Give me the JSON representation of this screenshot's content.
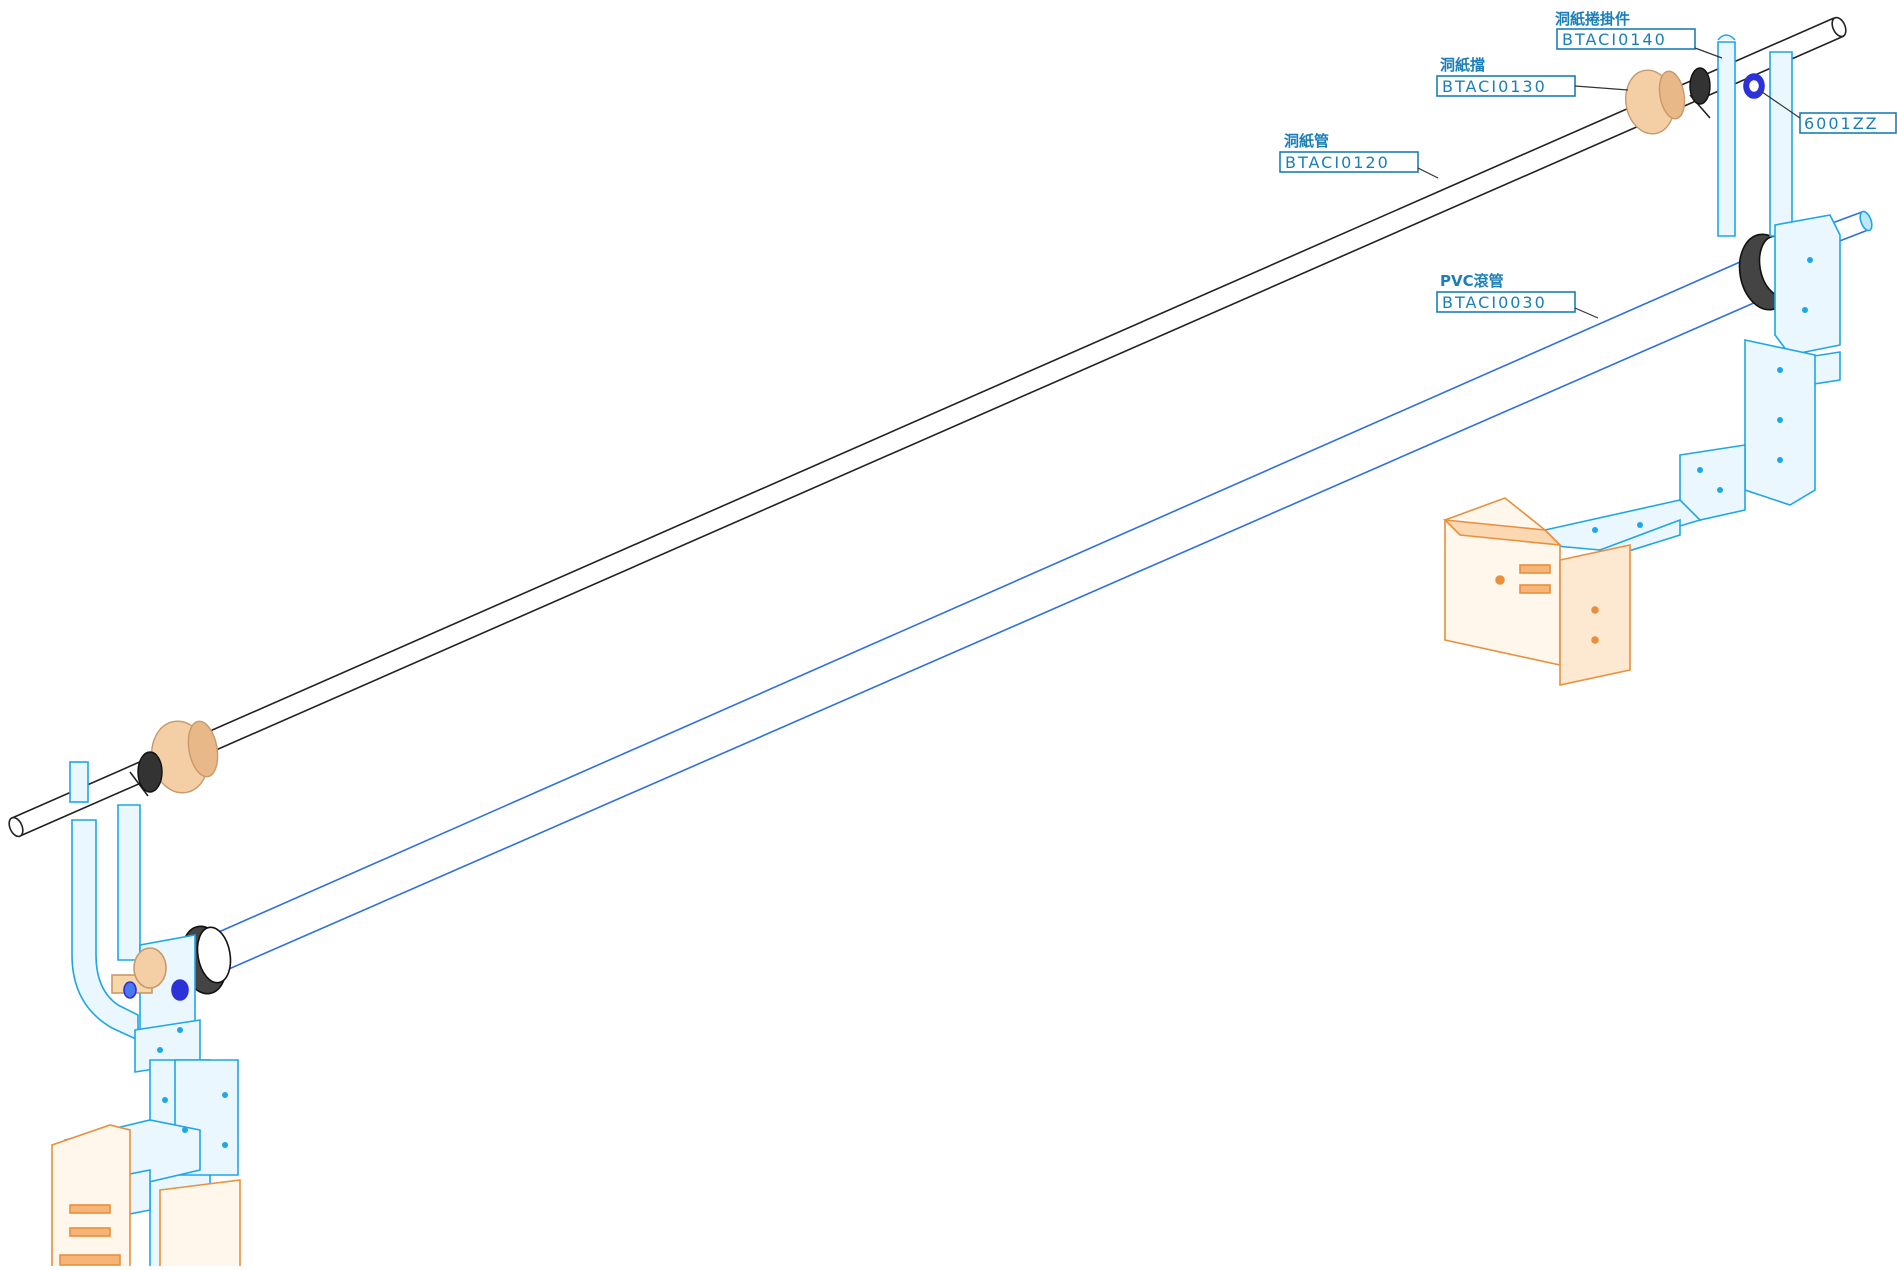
{
  "drawing": {
    "colors": {
      "frame": "#1fa6e6",
      "box": "#e8903c",
      "roller": "#222222",
      "pvc": "#2f6fe0",
      "label": "#1a7fb8",
      "collar": "#f4cfa6",
      "bearing": "#2d31d8"
    },
    "callouts": [
      {
        "id": "c1",
        "title": "洞紙捲掛件",
        "code": "BTACI0140"
      },
      {
        "id": "c2",
        "title": "洞紙擋",
        "code": "BTACI0130"
      },
      {
        "id": "c3",
        "title": "洞紙管",
        "code": "BTACI0120"
      },
      {
        "id": "c4",
        "title": "PVC滾管",
        "code": "BTACI0030"
      },
      {
        "id": "c5",
        "title": "",
        "code": "6001ZZ"
      }
    ]
  }
}
